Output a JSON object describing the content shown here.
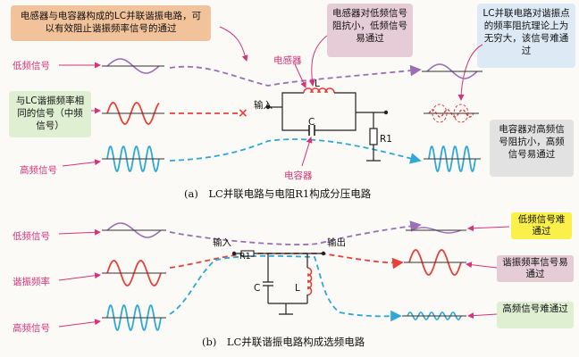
{
  "diagram_a": {
    "title_box": "电感器与电容器构成的LC并联谐振电路，可以有效阻止谐振频率信号的通过",
    "low_freq_label": "低频信号",
    "mid_freq_box": "与LC谐振频率相同的信号（中频信号）",
    "high_freq_label": "高频信号",
    "inductor_label": "电感器",
    "capacitor_label": "电容器",
    "input_label": "输入",
    "L_label": "L",
    "C_label": "C",
    "R1_label": "R1",
    "inductor_note": "电感器对低频信号阻抗小，低频信号易通过",
    "lc_note": "LC并联电路对谐振点的频率阻抗理论上为无穷大，该信号难通过",
    "capacitor_note": "电容器对高频信号阻抗小，高频信号易通过",
    "caption": "(a)　LC并联电路与电阻R1构成分压电路"
  },
  "diagram_b": {
    "low_freq_label": "低频信号",
    "resonant_label": "谐振频率",
    "high_freq_label": "高频信号",
    "input_label": "输入",
    "output_label": "输出",
    "R1_label": "R1",
    "C_label": "C",
    "L_label": "L",
    "low_note": "低频信号难通过",
    "resonant_note": "谐振频率信号易通过",
    "high_note": "高频信号难通过",
    "caption": "(b)　LC并联谐振电路构成选频电路"
  },
  "colors": {
    "pink": "#d6337a",
    "purple": "#9a6fb5",
    "red": "#e8413a",
    "blue": "#2fa8d8",
    "orange_box": "#f2c29a",
    "mauve_box": "#e6ccd6",
    "lightblue_box": "#dde9f5",
    "green_box": "#dff0d2",
    "yellow_box": "#fbef4a",
    "gray_box": "#e2e2e2"
  }
}
